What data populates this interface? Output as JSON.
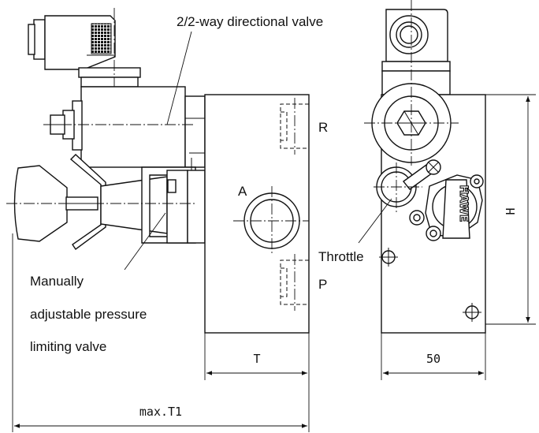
{
  "labels": {
    "directional_valve": "2/2-way directional valve",
    "port_r": "R",
    "port_a": "A",
    "port_p": "P",
    "throttle": "Throttle",
    "pressure_valve_line1": "Manually",
    "pressure_valve_line2": "adjustable pressure",
    "pressure_valve_line3": "limiting valve",
    "logo": "HAWE"
  },
  "dimensions": {
    "height": "H",
    "depth": "T",
    "width": "50",
    "max_depth": "max.T1"
  }
}
